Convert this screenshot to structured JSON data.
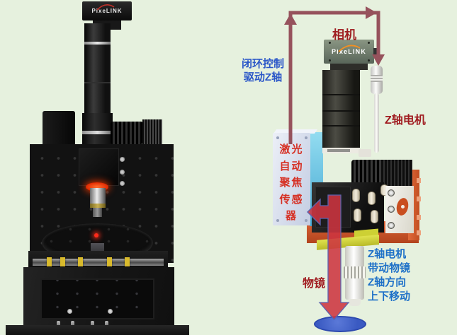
{
  "colors": {
    "background": "#e6f1de",
    "closed_loop_arrow": "#96525c",
    "red_label": "#a01c20",
    "blue_label": "#1d70c8",
    "sensor_text_red": "#d63024",
    "focus_arrow_red": "#cd3440",
    "sample_spot_blue": "#3f63c6",
    "sensor_box_blue": "#6cc8e6",
    "mount_plate_orange": "#d6602f",
    "bracket_yellow": "#d4d63e"
  },
  "left_photo": {
    "camera_logo": "PixeLINK"
  },
  "right_diagram": {
    "camera_logo": "PixeLINK",
    "label_camera": "相机",
    "closed_loop_lines": [
      "闭环控制",
      "驱动Z轴"
    ],
    "label_z_motor": "Z轴电机",
    "sensor_rows": [
      "激光",
      "自动",
      "聚焦",
      "传感",
      "器"
    ],
    "label_objective": "物镜",
    "motion_lines": [
      "Z轴电机",
      "带动物镜",
      "Z轴方向",
      "上下移动"
    ]
  }
}
